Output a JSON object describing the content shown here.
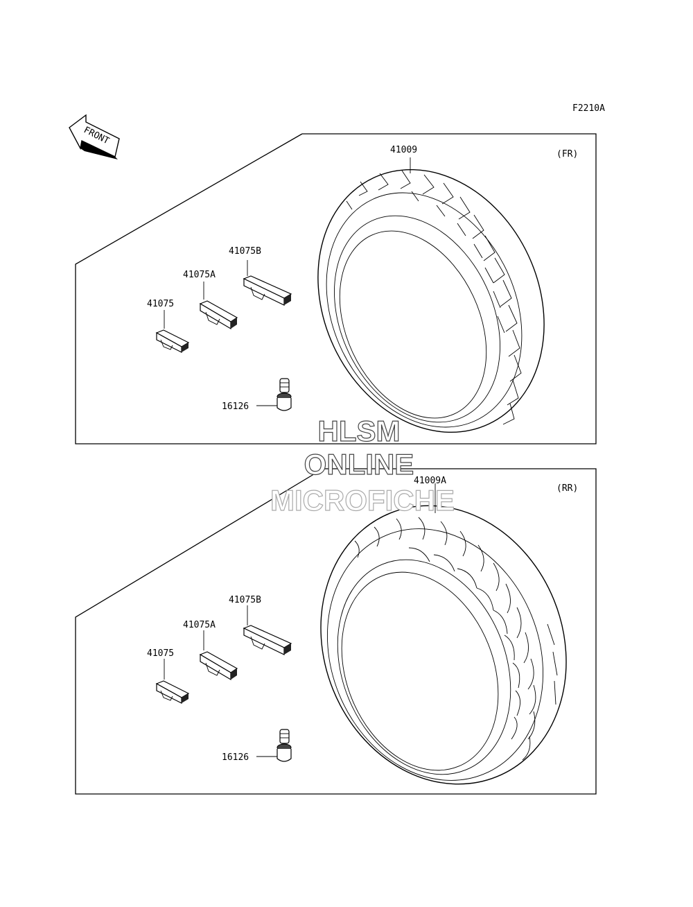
{
  "diagram_code": "F2210A",
  "front_arrow": {
    "text": "FRONT"
  },
  "panels": [
    {
      "position_label": "(FR)",
      "tire_part": "41009",
      "parts": {
        "weight_b": "41075B",
        "weight_a": "41075A",
        "weight": "41075",
        "valve": "16126"
      }
    },
    {
      "position_label": "(RR)",
      "tire_part": "41009A",
      "parts": {
        "weight_b": "41075B",
        "weight_a": "41075A",
        "weight": "41075",
        "valve": "16126"
      }
    }
  ],
  "watermark": {
    "line1": "HLSM",
    "line2": "ONLINE",
    "line3": "MICROFICHE"
  }
}
